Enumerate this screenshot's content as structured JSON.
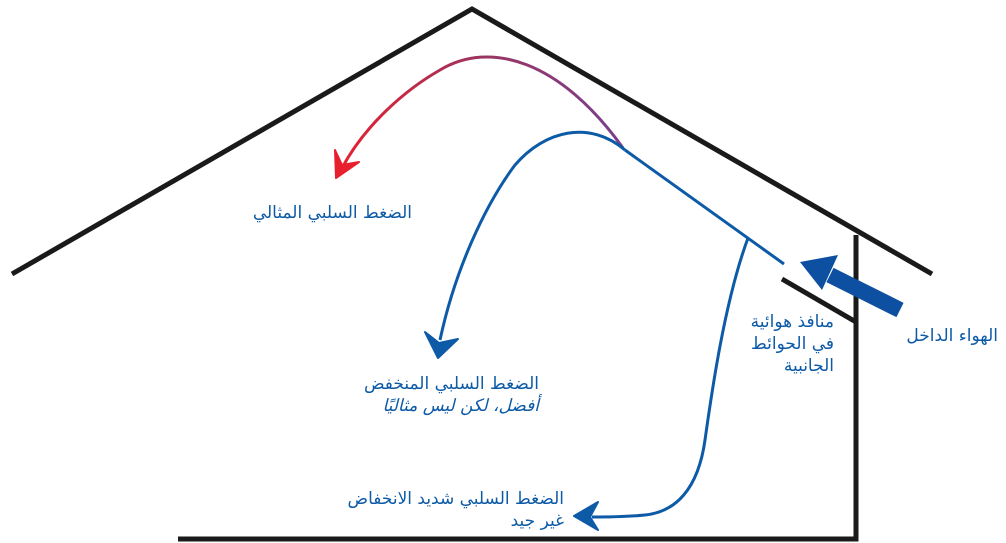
{
  "labels": {
    "ideal": "الضغط السلبي المثالي",
    "reduced": "الضغط السلبي المنخفض",
    "reduced_note": "أفضل، لكن ليس مثاليًا",
    "extreme": "الضغط السلبي شديد الانخفاض",
    "extreme_note": "غير جيد",
    "vents_line1": "منافذ هوائية",
    "vents_line2": "في الحوائط",
    "vents_line3": "الجانبية",
    "intake": "الهواء الداخل"
  },
  "colors": {
    "structure": "#1a1a1a",
    "text": "#0d5aa7",
    "flow": "#0d5aa7",
    "ideal_start": "#7a3f8f",
    "ideal_end": "#e8202e",
    "intake_arrow": "#0d4fa0"
  }
}
